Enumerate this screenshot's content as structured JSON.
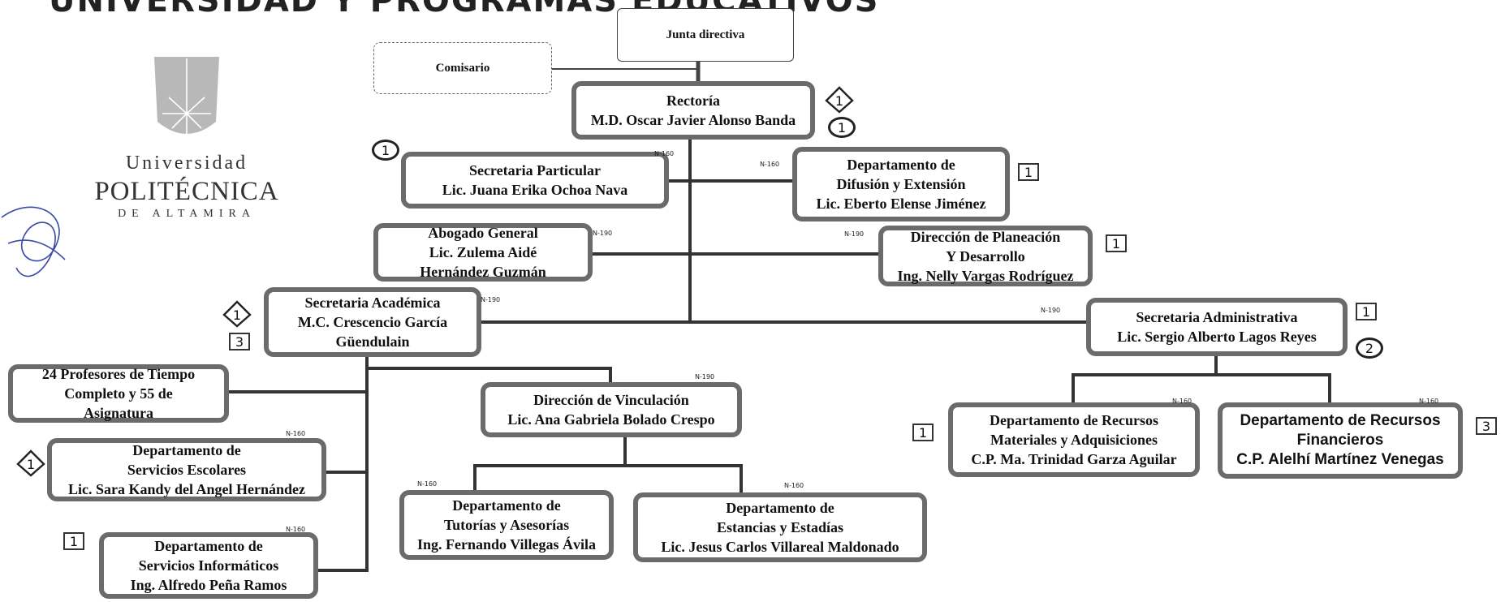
{
  "heading": "UNIVERSIDAD Y PROGRAMAS EDUCATIVOS",
  "logo": {
    "line1": "Universidad",
    "line2": "POLITÉCNICA",
    "line3": "DE ALTAMIRA"
  },
  "boxes": {
    "junta": [
      "Junta directiva"
    ],
    "comisario": [
      "Comisario"
    ],
    "rectoria": [
      "Rectoría",
      "M.D. Oscar Javier Alonso Banda"
    ],
    "sec_particular": [
      "Secretaria Particular",
      "Lic. Juana Erika Ochoa Nava"
    ],
    "difusion": [
      "Departamento de",
      "Difusión y Extensión",
      "Lic. Eberto Elense Jiménez"
    ],
    "abogado": [
      "Abogado General",
      "Lic. Zulema Aidé",
      "Hernández Guzmán"
    ],
    "planeacion": [
      "Dirección de Planeación",
      "Y Desarrollo",
      "Ing. Nelly Vargas Rodríguez"
    ],
    "sec_academica": [
      "Secretaria Académica",
      "M.C. Crescencio García",
      "Güendulain"
    ],
    "sec_administrativa": [
      "Secretaria Administrativa",
      "Lic. Sergio Alberto Lagos Reyes"
    ],
    "profesores": [
      "24 Profesores de Tiempo",
      "Completo y 55 de",
      "Asignatura"
    ],
    "vinculacion": [
      "Dirección de Vinculación",
      "Lic. Ana Gabriela Bolado Crespo"
    ],
    "recursos_materiales": [
      "Departamento de Recursos",
      "Materiales y Adquisiciones",
      "C.P. Ma. Trinidad Garza Aguilar"
    ],
    "recursos_financieros": [
      "Departamento de Recursos",
      "Financieros",
      "C.P. Alelhí Martínez Venegas"
    ],
    "servicios_escolares": [
      "Departamento de",
      "Servicios Escolares",
      "Lic. Sara Kandy del Angel Hernández"
    ],
    "tutorias": [
      "Departamento de",
      "Tutorías y Asesorías",
      "Ing. Fernando Villegas Ávila"
    ],
    "estancias": [
      "Departamento de",
      "Estancias y Estadías",
      "Lic. Jesus Carlos Villareal Maldonado"
    ],
    "informaticos": [
      "Departamento de",
      "Servicios Informáticos",
      "Ing. Alfredo Peña Ramos"
    ]
  },
  "codes": {
    "difusion": "N-160",
    "particular": "N-160",
    "abogado": "N-190",
    "planeacion": "N-190",
    "academica": "N-190",
    "administrativa": "N-190",
    "vinculacion": "N-190",
    "materiales": "N-160",
    "financieros": "N-160",
    "escolares": "N-160",
    "tutorias": "N-160",
    "estancias": "N-160",
    "informaticos": "N-160"
  },
  "markers": {
    "rectoria_diamond": "1",
    "rectoria_circle": "1",
    "particular_circle": "1",
    "difusion_square": "1",
    "planeacion_square": "1",
    "academica_diamond": "1",
    "academica_square": "3",
    "administrativa_square": "1",
    "administrativa_circle": "2",
    "materiales_square": "1",
    "financieros_square": "3",
    "escolares_diamond": "1",
    "informaticos_square": "1"
  }
}
